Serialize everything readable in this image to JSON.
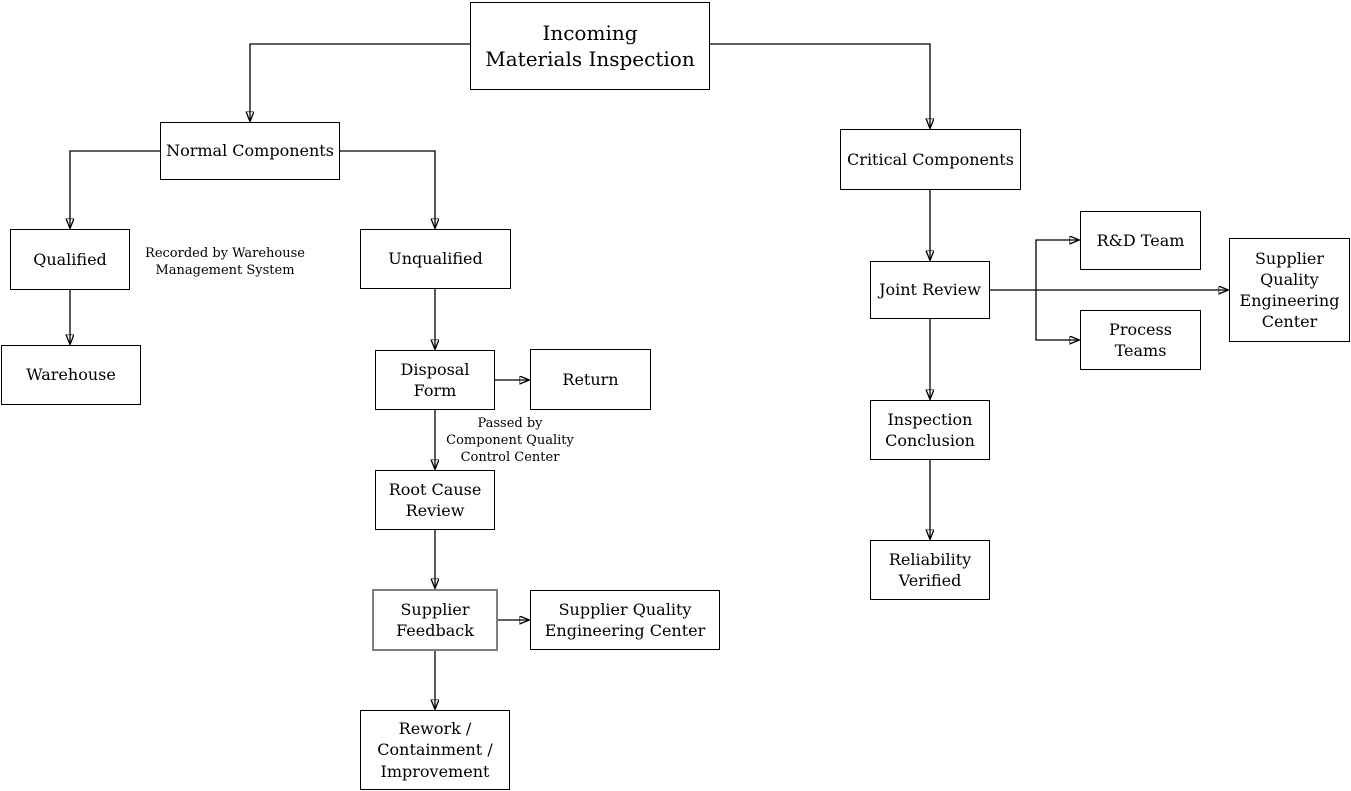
{
  "diagram_title": "Incoming Materials Inspection",
  "colors": {
    "background": "#ffffff",
    "line": "#000000",
    "text": "#000000",
    "supplier_feedback_border": "#7f7f7f"
  },
  "nodes": {
    "title": {
      "label": "Incoming\nMaterials Inspection"
    },
    "normal": {
      "label": "Normal Components"
    },
    "critical": {
      "label": "Critical Components"
    },
    "qualified": {
      "label": "Qualified"
    },
    "unqualified": {
      "label": "Unqualified"
    },
    "warehouse": {
      "label": "Warehouse"
    },
    "disposal": {
      "label": "Disposal\nForm"
    },
    "return": {
      "label": "Return"
    },
    "root_cause": {
      "label": "Root Cause\nReview"
    },
    "supplier_feedback": {
      "label": "Supplier\nFeedback"
    },
    "sqec_left": {
      "label": "Supplier Quality\nEngineering Center"
    },
    "rework": {
      "label": "Rework /\nContainment /\nImprovement"
    },
    "joint_review": {
      "label": "Joint Review"
    },
    "rd_team": {
      "label": "R&D Team"
    },
    "process_teams": {
      "label": "Process\nTeams"
    },
    "sqec_right": {
      "label": "Supplier\nQuality\nEngineering\nCenter"
    },
    "inspection_conclusion": {
      "label": "Inspection\nConclusion"
    },
    "reliability_verified": {
      "label": "Reliability\nVerified"
    }
  },
  "notes": {
    "warehouse_note": {
      "text": "Recorded by Warehouse\nManagement System"
    },
    "quality_note": {
      "text": "Passed by\nComponent Quality\nControl Center"
    }
  },
  "edges": [
    {
      "from": "title",
      "to": "normal"
    },
    {
      "from": "title",
      "to": "critical"
    },
    {
      "from": "normal",
      "to": "qualified"
    },
    {
      "from": "normal",
      "to": "unqualified"
    },
    {
      "from": "qualified",
      "to": "warehouse"
    },
    {
      "from": "unqualified",
      "to": "disposal"
    },
    {
      "from": "disposal",
      "to": "return"
    },
    {
      "from": "disposal",
      "to": "root_cause"
    },
    {
      "from": "root_cause",
      "to": "supplier_feedback"
    },
    {
      "from": "supplier_feedback",
      "to": "sqec_left"
    },
    {
      "from": "supplier_feedback",
      "to": "rework"
    },
    {
      "from": "critical",
      "to": "joint_review"
    },
    {
      "from": "joint_review",
      "to": "rd_team"
    },
    {
      "from": "joint_review",
      "to": "process_teams"
    },
    {
      "from": "joint_review",
      "to": "sqec_right"
    },
    {
      "from": "joint_review",
      "to": "inspection_conclusion"
    },
    {
      "from": "inspection_conclusion",
      "to": "reliability_verified"
    }
  ]
}
